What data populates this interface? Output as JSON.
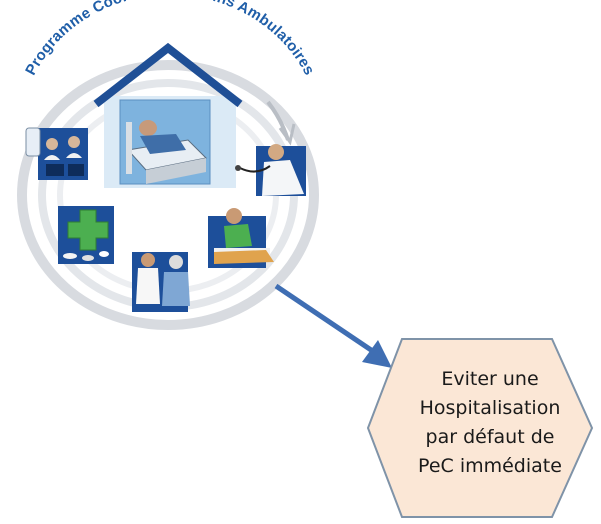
{
  "logo": {
    "arc_text": "Programme Coordination Soins Ambulatoires"
  },
  "icons": [
    {
      "name": "house-icon"
    },
    {
      "name": "hospital-bed-icon"
    },
    {
      "name": "telemonitoring-icon"
    },
    {
      "name": "doctor-stethoscope-icon"
    },
    {
      "name": "pharmacy-cross-icon"
    },
    {
      "name": "physiotherapy-icon"
    },
    {
      "name": "home-care-nurse-icon"
    }
  ],
  "hexagon": {
    "lines": [
      "Eviter une",
      "Hospitalisation",
      "par défaut de",
      "PeC immédiate"
    ]
  },
  "colors": {
    "brand_blue": "#1f5ea8",
    "tile_blue": "#1c4f9c",
    "arrow_blue": "#3f6eb3",
    "hexagon_fill": "#fbe7d6",
    "hexagon_stroke": "#7f93a8",
    "ring_gray": "#c9ccd2"
  }
}
